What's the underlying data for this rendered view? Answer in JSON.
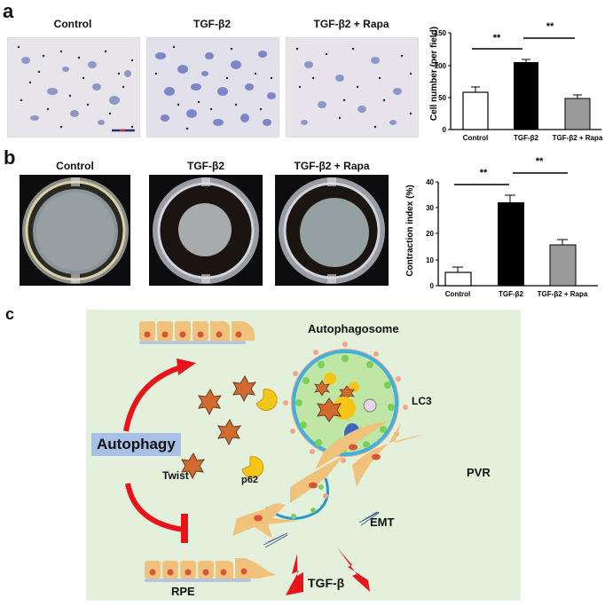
{
  "panel_a": {
    "letter": "a",
    "image_titles": [
      "Control",
      "TGF-β2",
      "TGF-β2 + Rapa"
    ],
    "image_kind": "transwell migration micrograph (crystal violet stained cells)",
    "scale_bar": true
  },
  "panel_b": {
    "letter": "b",
    "image_titles": [
      "Control",
      "TGF-β2",
      "TGF-β2 + Rapa"
    ],
    "image_kind": "collagen gel contraction well photograph"
  },
  "panel_c": {
    "letter": "c",
    "labels": {
      "autophagy": "Autophagy",
      "autophagosome": "Autophagosome",
      "lc3": "LC3",
      "twist": "Twist",
      "p62": "p62",
      "pvr": "PVR",
      "emt": "EMT",
      "rpe": "RPE",
      "tgf": "TGF-β"
    },
    "colors": {
      "background": "#e2f0dc",
      "arrow_red": "#e8141a",
      "autophagy_box": "#a9c0e6",
      "membrane_blue": "#3fb0e0",
      "cell_orange": "#f2c27a",
      "nucleus": "#d9553a",
      "twist_star": "#d2692e",
      "p62_yellow": "#f5c518"
    }
  },
  "chart_data": [
    {
      "type": "bar",
      "title": "",
      "categories": [
        "Control",
        "TGF-β2",
        "TGF-β2 + Rapa"
      ],
      "values": [
        58,
        104,
        48
      ],
      "errors": [
        7,
        4,
        5
      ],
      "bar_colors": [
        "#ffffff",
        "#000000",
        "#9a9a9a"
      ],
      "xlabel": "",
      "ylabel": "Cell number (per field)",
      "ylim": [
        0,
        150
      ],
      "yticks": [
        0,
        50,
        100,
        150
      ],
      "significance": [
        {
          "between": [
            "Control",
            "TGF-β2"
          ],
          "label": "**"
        },
        {
          "between": [
            "TGF-β2",
            "TGF-β2 + Rapa"
          ],
          "label": "**"
        }
      ],
      "grid": false
    },
    {
      "type": "bar",
      "title": "",
      "categories": [
        "Control",
        "TGF-β2",
        "TGF-β2 + Rapa"
      ],
      "values": [
        5,
        32,
        15.5
      ],
      "errors": [
        1.7,
        2.6,
        1.7
      ],
      "bar_colors": [
        "#ffffff",
        "#000000",
        "#9a9a9a"
      ],
      "xlabel": "",
      "ylabel": "Contraction index (%)",
      "ylim": [
        0,
        40
      ],
      "yticks": [
        0,
        10,
        20,
        30,
        40
      ],
      "significance": [
        {
          "between": [
            "Control",
            "TGF-β2"
          ],
          "label": "**"
        },
        {
          "between": [
            "TGF-β2",
            "TGF-β2 + Rapa"
          ],
          "label": "**"
        }
      ],
      "grid": false
    }
  ]
}
